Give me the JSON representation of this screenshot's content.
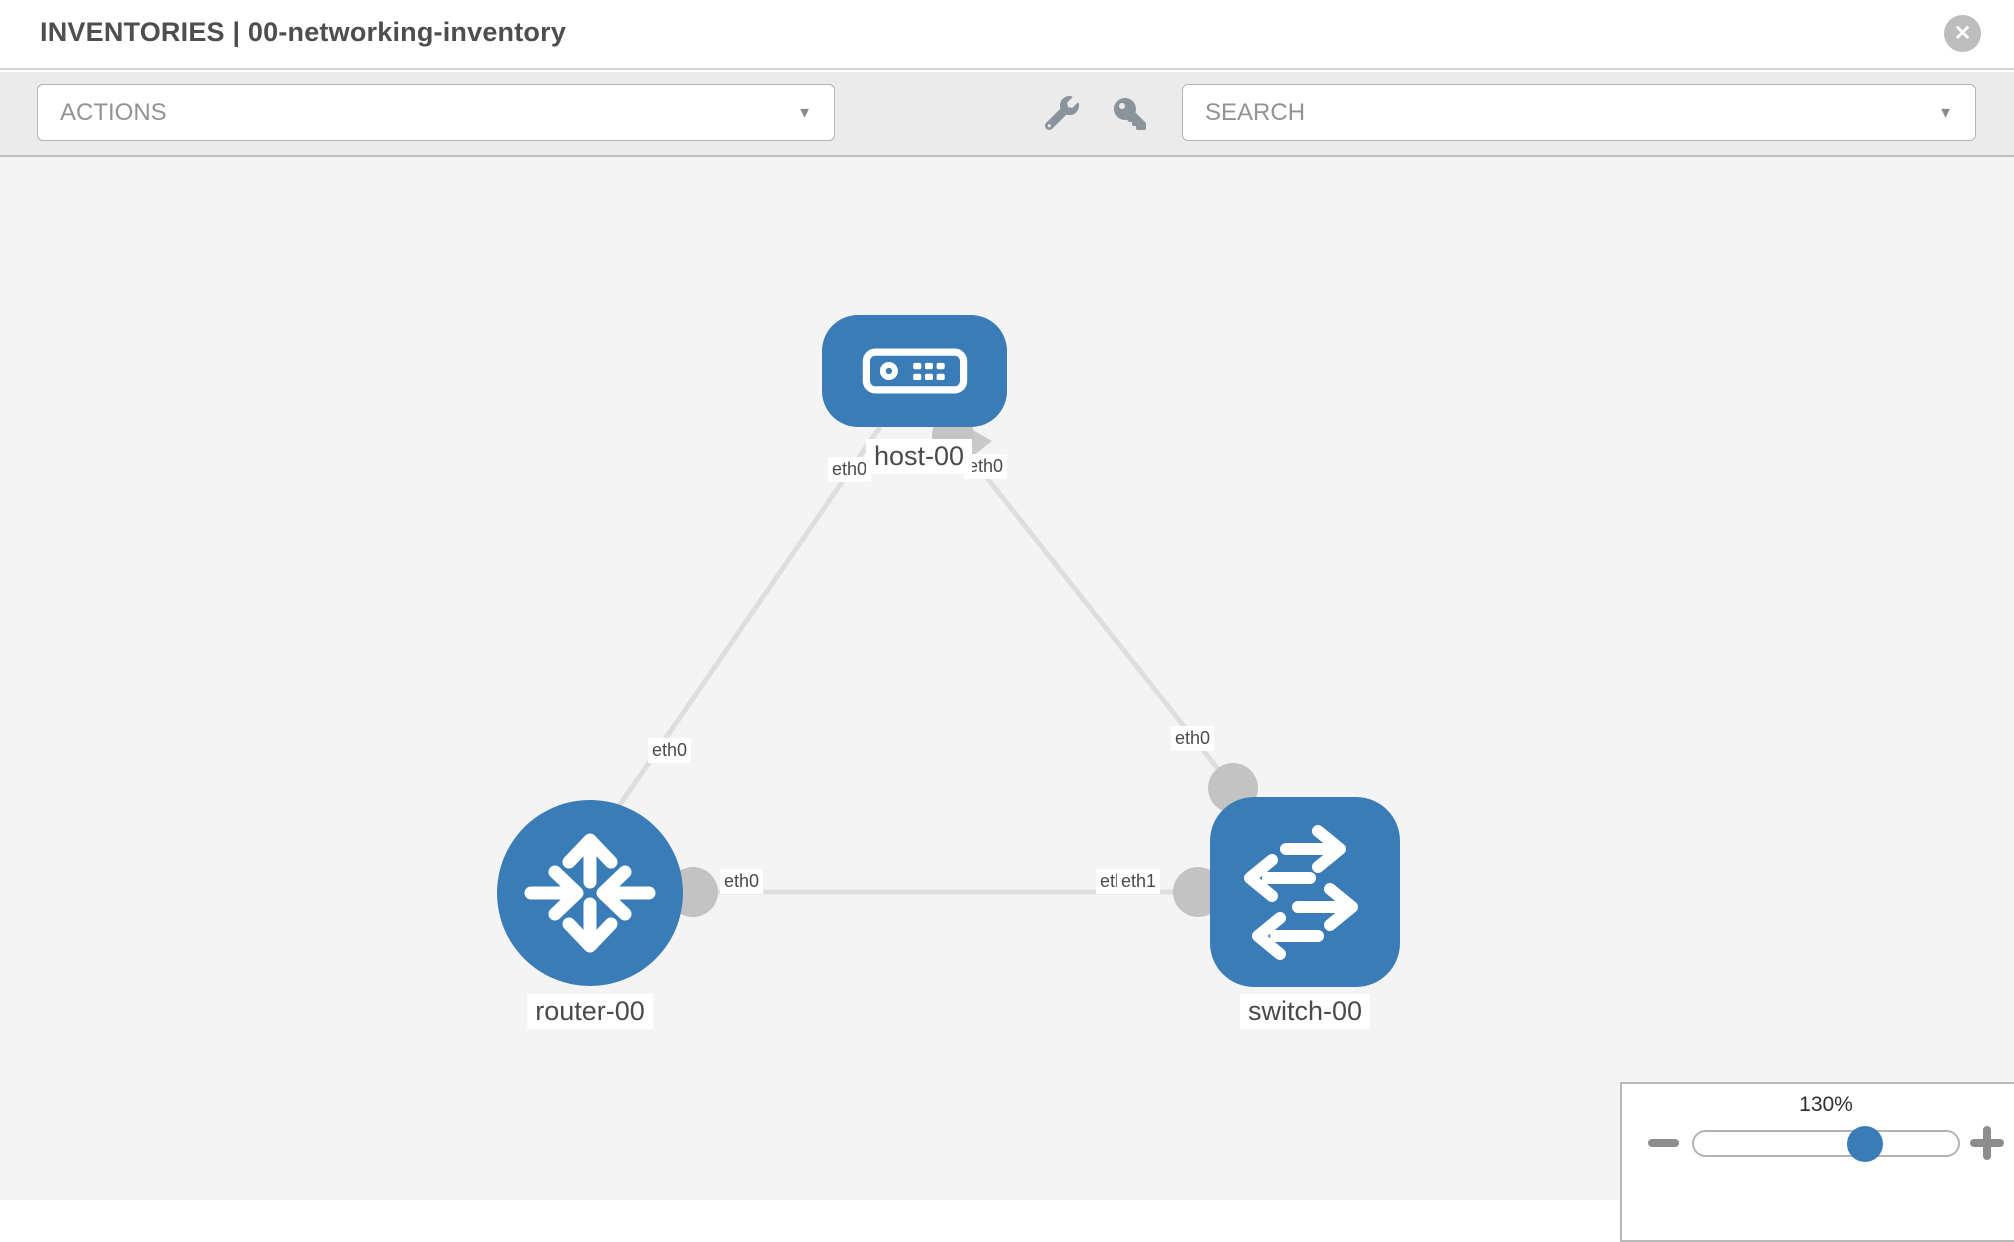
{
  "header": {
    "title": "INVENTORIES | 00-networking-inventory"
  },
  "icons": {
    "close": "✕",
    "dropdown_arrow": "▼",
    "toolbar_left_icon": "wrench-icon",
    "toolbar_right_icon": "key-icon",
    "zoom_out": "minus-icon",
    "zoom_in": "plus-icon",
    "host_node_icon": "server-icon",
    "router_node_icon": "router-arrows-icon",
    "switch_node_icon": "switch-arrows-icon"
  },
  "toolbar": {
    "actions_placeholder": "ACTIONS",
    "search_placeholder": "SEARCH"
  },
  "topology": {
    "nodes": {
      "host": {
        "label": "host-00"
      },
      "router": {
        "label": "router-00"
      },
      "switch": {
        "label": "switch-00"
      }
    },
    "interfaces": {
      "host_router_link": {
        "host_side": "eth0",
        "router_side": "eth0"
      },
      "host_switch_link": {
        "host_side": "eth0",
        "switch_side": "eth0"
      },
      "router_switch_link": {
        "router_side": "eth0",
        "switch_side": "eth1",
        "switch_side_under": "eth0"
      }
    }
  },
  "zoom_control": {
    "level": "130%"
  },
  "colors": {
    "node_blue": "#3a7cb8",
    "link_gray": "#dedede",
    "connector_gray": "#c3c3c3"
  }
}
